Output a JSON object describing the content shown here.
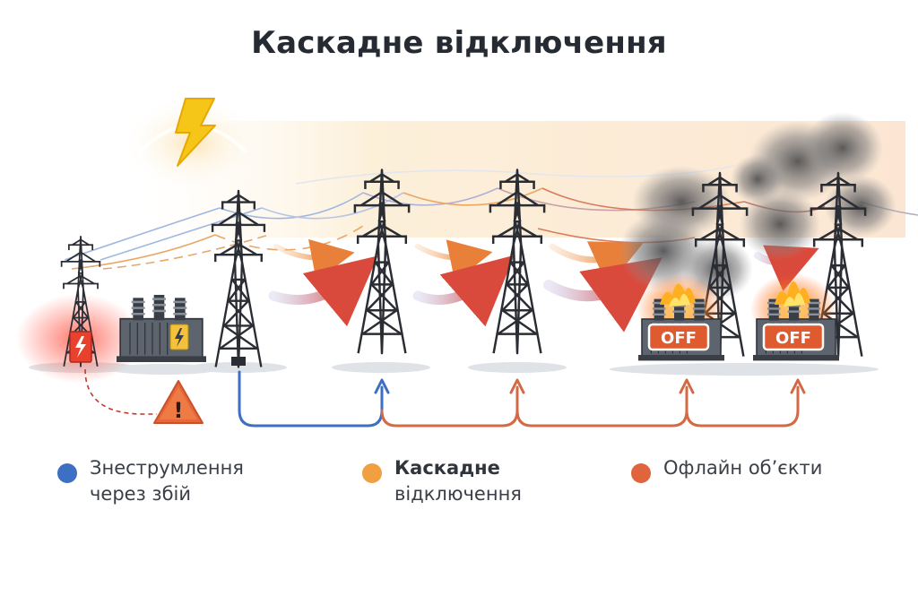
{
  "title": "Каскадне відключення",
  "badges": {
    "off_1": "OFF",
    "off_2": "OFF",
    "warning": "!"
  },
  "legend": [
    {
      "line1": "Знеструмлення",
      "line2": "через збій",
      "color": "#3d6fc2"
    },
    {
      "line1": "Каскадне",
      "line2": "відключення",
      "color": "#f0a040"
    },
    {
      "line1": "Офлайн об’єкти",
      "line2": "",
      "color": "#e0643c"
    }
  ],
  "colors": {
    "outage_blue": "#3d6fc2",
    "cascade_orange": "#f0a040",
    "offline_red": "#e0643c",
    "tower_dark": "#2a2d33",
    "lightning_yellow": "#f5c518"
  },
  "icons": [
    "lightning-icon",
    "warning-icon",
    "fire-icon",
    "smoke-icon",
    "transformer-icon"
  ]
}
